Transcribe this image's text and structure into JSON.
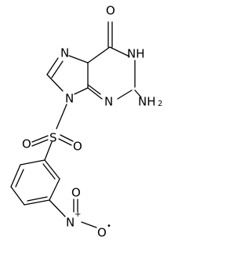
{
  "molecule": {
    "labels": {
      "O_carbonyl": "O",
      "NH": "NH",
      "N7": "N",
      "N9": "N",
      "N3": "N",
      "NH2_main": "NH",
      "NH2_sub": "2",
      "S": "S",
      "O_s_left": "O",
      "O_s_right": "O",
      "N_nitro": "N",
      "N_nitro_charge": "+",
      "O_nitro_top": "O",
      "O_nitro_right": "O",
      "O_nitro_radical": "•"
    }
  }
}
